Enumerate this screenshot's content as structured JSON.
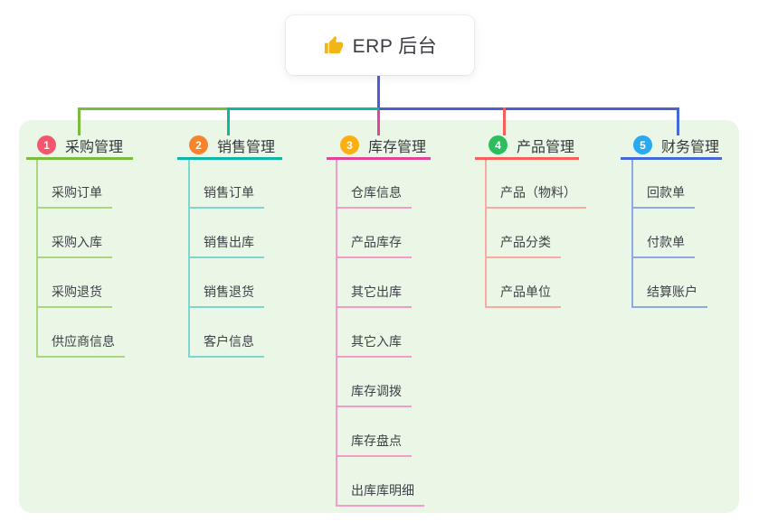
{
  "root": {
    "label": "ERP 后台",
    "icon": "thumbs-up-icon",
    "icon_color": "#f3b516"
  },
  "connector_color": "#4f5ed0",
  "panel_color": "#ebf7e6",
  "branches": [
    {
      "id": "purchase",
      "badge": "1",
      "label": "采购管理",
      "badge_color": "#f4566d",
      "line_color": "#7abd3e",
      "child_line_color": "#a9d67f",
      "children": [
        "采购订单",
        "采购入库",
        "采购退货",
        "供应商信息"
      ]
    },
    {
      "id": "sales",
      "badge": "2",
      "label": "销售管理",
      "badge_color": "#f8832b",
      "line_color": "#10b5a6",
      "child_line_color": "#7fd6cf",
      "children": [
        "销售订单",
        "销售出库",
        "销售退货",
        "客户信息"
      ]
    },
    {
      "id": "inventory",
      "badge": "3",
      "label": "库存管理",
      "badge_color": "#fdae13",
      "line_color": "#e0459a",
      "child_line_color": "#f29cc7",
      "children": [
        "仓库信息",
        "产品库存",
        "其它出库",
        "其它入库",
        "库存调拨",
        "库存盘点",
        "出库库明细"
      ]
    },
    {
      "id": "product",
      "badge": "4",
      "label": "产品管理",
      "badge_color": "#2cbd5e",
      "line_color": "#f75f58",
      "child_line_color": "#fbaaa2",
      "children": [
        "产品（物料）",
        "产品分类",
        "产品单位"
      ]
    },
    {
      "id": "finance",
      "badge": "5",
      "label": "财务管理",
      "badge_color": "#29a9ee",
      "line_color": "#4368d8",
      "child_line_color": "#90a6e6",
      "children": [
        "回款单",
        "付款单",
        "结算账户"
      ]
    }
  ]
}
